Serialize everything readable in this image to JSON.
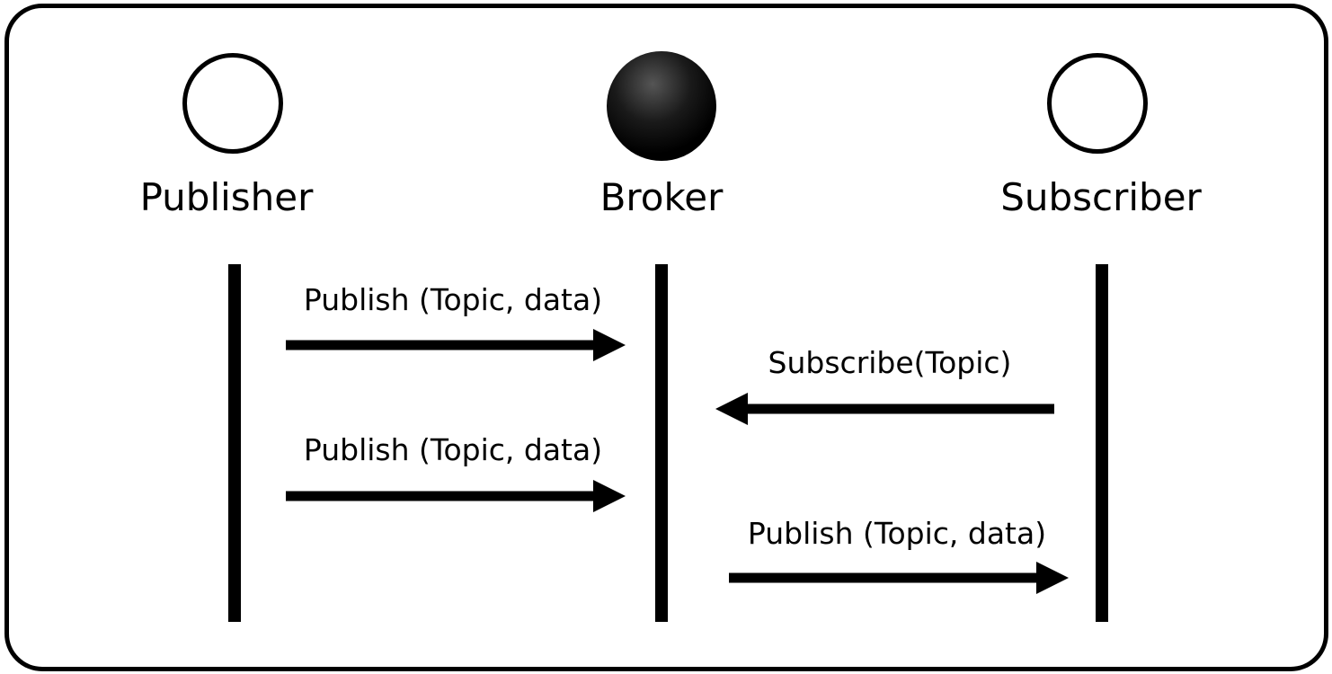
{
  "diagram": {
    "actors": [
      {
        "id": "publisher",
        "label": "Publisher",
        "filled": false
      },
      {
        "id": "broker",
        "label": "Broker",
        "filled": true
      },
      {
        "id": "subscriber",
        "label": "Subscriber",
        "filled": false
      }
    ],
    "messages": [
      {
        "label": "Publish (Topic, data)",
        "from": "publisher",
        "to": "broker"
      },
      {
        "label": "Subscribe(Topic)",
        "from": "subscriber",
        "to": "broker"
      },
      {
        "label": "Publish (Topic, data)",
        "from": "publisher",
        "to": "broker"
      },
      {
        "label": "Publish (Topic, data)",
        "from": "broker",
        "to": "subscriber"
      }
    ]
  }
}
